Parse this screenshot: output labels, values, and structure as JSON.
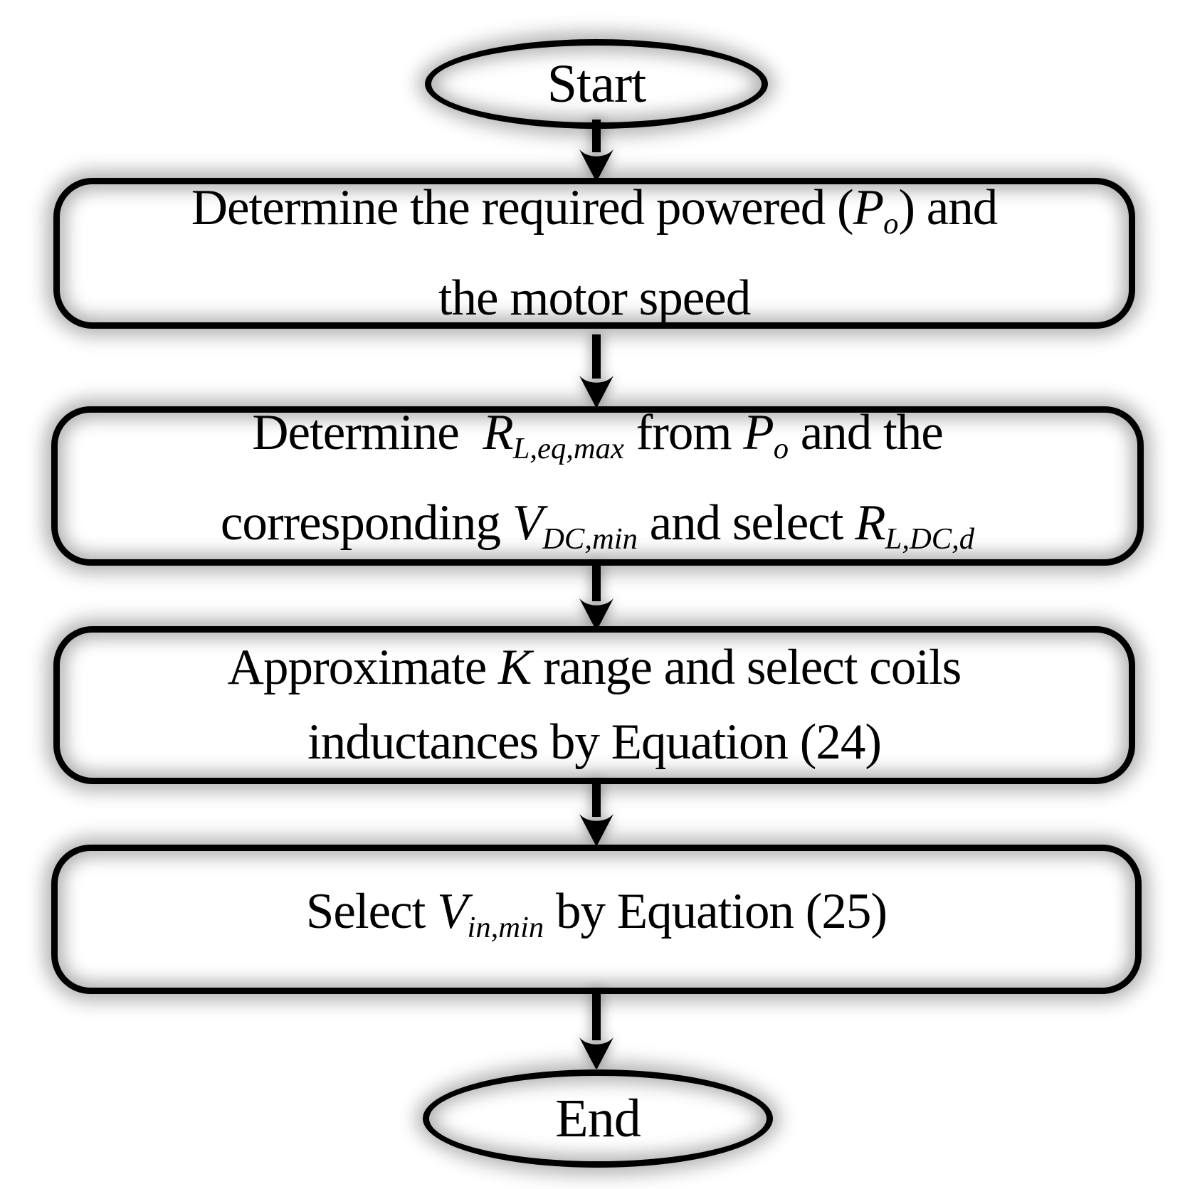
{
  "diagram": {
    "type": "flowchart",
    "colors": {
      "stroke": "#000000",
      "fill": "#ffffff",
      "glow": "#aaaaaa",
      "text": "#000000"
    },
    "nodes": [
      {
        "id": "start",
        "type": "terminator",
        "label": "Start"
      },
      {
        "id": "step-1",
        "type": "process",
        "lines": [
          [
            {
              "t": "Determine the required powered ("
            },
            {
              "t": "P",
              "s": "i"
            },
            {
              "t": "o",
              "s": "sub"
            },
            {
              "t": ") and"
            }
          ],
          [
            {
              "t": "the motor speed"
            }
          ]
        ]
      },
      {
        "id": "step-2",
        "type": "process",
        "lines": [
          [
            {
              "t": "Determine  "
            },
            {
              "t": "R",
              "s": "i"
            },
            {
              "t": "L,eq,max",
              "s": "sub"
            },
            {
              "t": " from "
            },
            {
              "t": "P",
              "s": "i"
            },
            {
              "t": "o",
              "s": "sub"
            },
            {
              "t": " and the"
            }
          ],
          [
            {
              "t": "corresponding "
            },
            {
              "t": "V",
              "s": "i"
            },
            {
              "t": "DC,min",
              "s": "sub"
            },
            {
              "t": " and select "
            },
            {
              "t": "R",
              "s": "i"
            },
            {
              "t": "L,DC,d",
              "s": "sub"
            }
          ]
        ]
      },
      {
        "id": "step-3",
        "type": "process",
        "lines": [
          [
            {
              "t": "Approximate "
            },
            {
              "t": "K",
              "s": "i"
            },
            {
              "t": " range and select coils"
            }
          ],
          [
            {
              "t": "inductances by Equation (24)"
            }
          ]
        ]
      },
      {
        "id": "step-4",
        "type": "process",
        "lines": [
          [
            {
              "t": "Select "
            },
            {
              "t": "V",
              "s": "i"
            },
            {
              "t": "in,min",
              "s": "sub"
            },
            {
              "t": " by Equation (25)"
            }
          ]
        ]
      },
      {
        "id": "end",
        "type": "terminator",
        "label": "End"
      }
    ],
    "arrows": [
      {
        "from": "start",
        "to": "step-1"
      },
      {
        "from": "step-1",
        "to": "step-2"
      },
      {
        "from": "step-2",
        "to": "step-3"
      },
      {
        "from": "step-3",
        "to": "step-4"
      },
      {
        "from": "step-4",
        "to": "end"
      }
    ]
  }
}
